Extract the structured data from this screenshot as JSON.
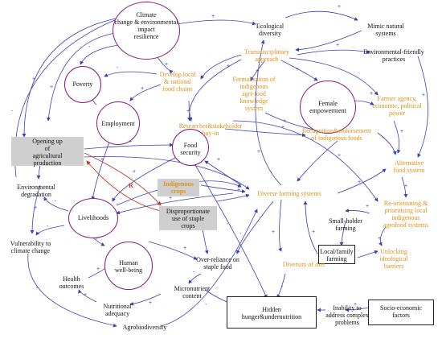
{
  "nodes": {
    "climate": "Climate\nchange & environmental\nimpact\nresilience",
    "ecological_diversity": "Ecological\ndiversity",
    "mimic": "Mimic natural\nsystems",
    "transdisciplinary": "Transdisciplinary\napproach",
    "env_practices": "Environmental-friendly\npractices",
    "develop_food_chains": "Develop local\n& national\nfood chains",
    "poverty": "Poverty",
    "formalisation": "Formalisation of\nindigenous\nagri-food\nknowledge\nsystem",
    "female": "Female\nempowerment",
    "farmer_agency": "Farmer agency,\neconomic, political\npower",
    "employment": "Employment",
    "researcher": "Researcher&stakeholder\nbuy-in",
    "recognition": "Recognition&endorsement\nof indigenous foods",
    "opening": "Opening up\nof\nagricultural\nproduction",
    "food_security": "Food\nsecurity",
    "alternative_food": "Alternative\nfood system",
    "env_degradation": "Environmental\ndegradation",
    "indigenous_crops": "Indigenous\ncrops",
    "diverse_farming": "Diverse farming systems",
    "reorientating": "Re-orientating &\nprioritising local\nindigenous\nagrofood systems",
    "livelihoods": "Livelihoods",
    "disproportionate": "Disproportionate\nuse of staple\ncrops",
    "smallholder": "Small-holder\nfarming",
    "vulnerability": "Vulnerability to\nclimate change",
    "local_family": "Local/family\nfarming",
    "unlocking": "Unlocking\nideological\nbarriers",
    "human_wellbeing": "Human\nwell-being",
    "overreliance": "Over-reliance on\nstaple food",
    "diversity_diet": "Diversity of diet",
    "health": "Health\noutcomes",
    "micronutrient": "Micronutrient\ncontent",
    "nutritional": "Nutritional\nadequacy",
    "hidden_hunger": "Hidden\nhunger&undernutrition",
    "inability": "Inability to\naddress complex\nproblems",
    "socio_economic": "Socio-economic\nfactors",
    "agrobiodiversity": "Agrobiodiversity"
  },
  "loop_label": "R",
  "colors": {
    "link": "#3b3fb8",
    "orange_text": "#e39117",
    "circle": "#8a1a7a",
    "red_link": "#c0392b",
    "grey_box": "#cfcfcf"
  }
}
